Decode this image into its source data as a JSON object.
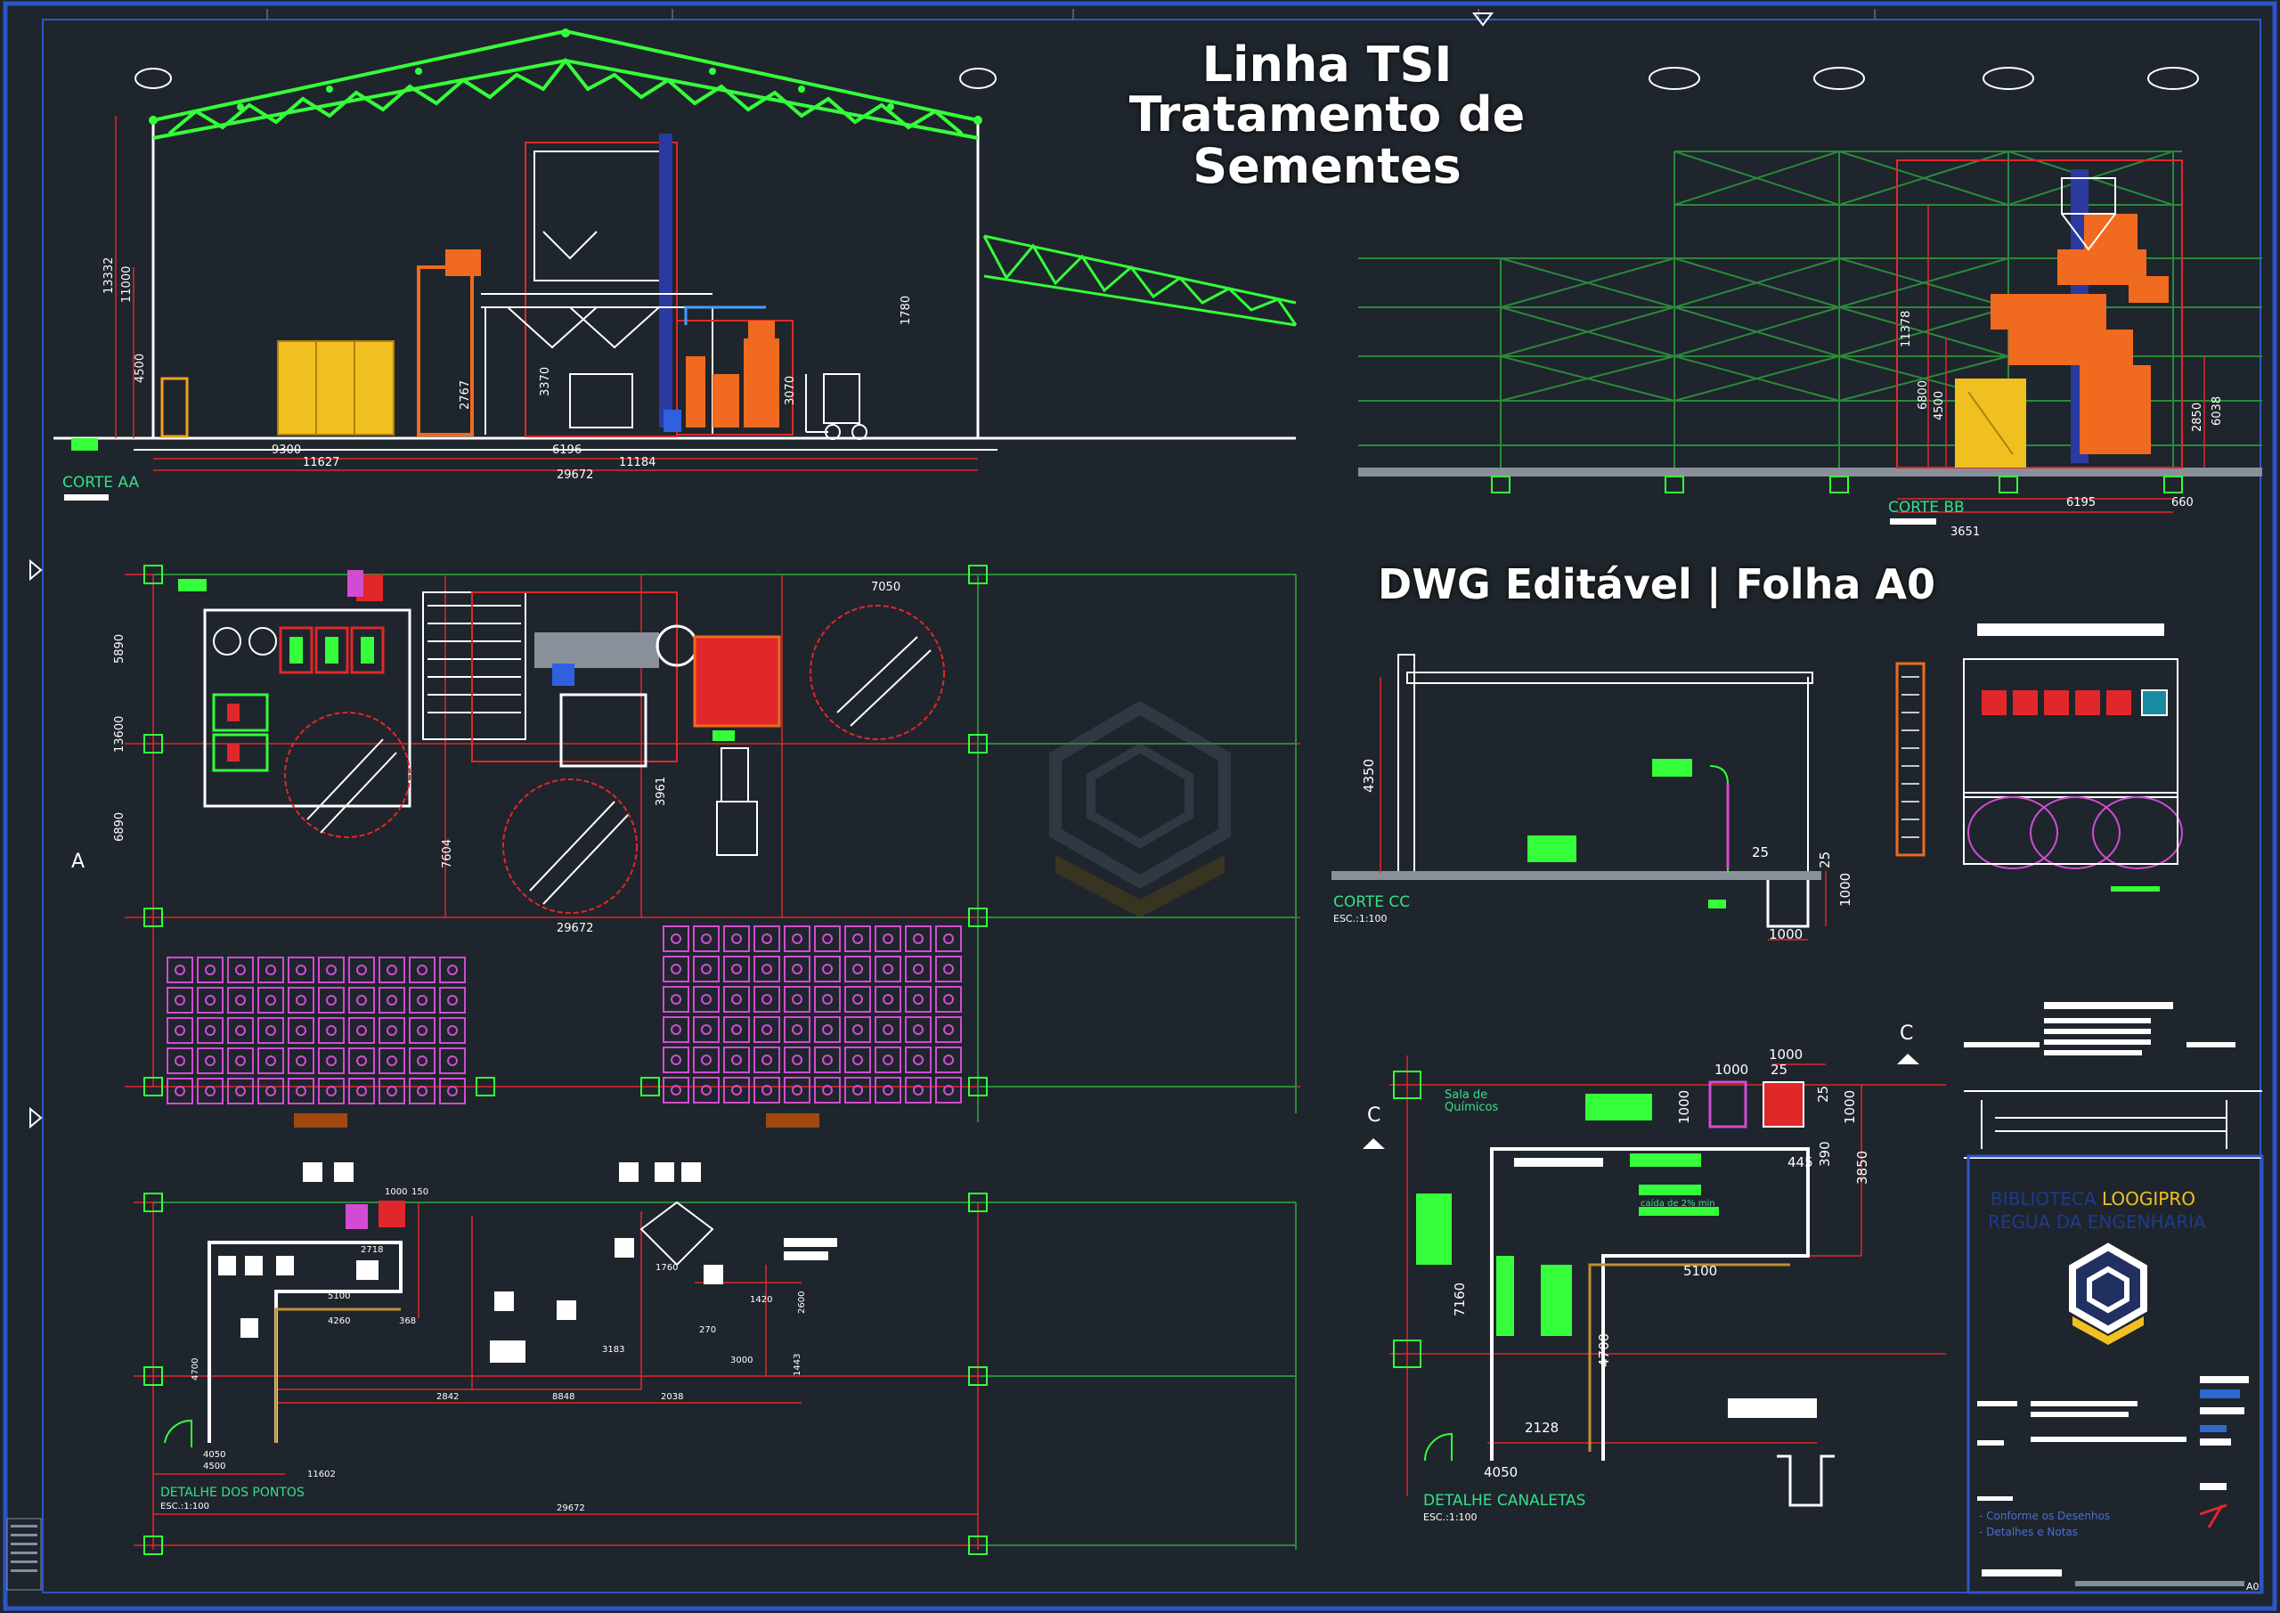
{
  "title": {
    "line1": "Linha TSI",
    "line2": "Tratamento de Sementes",
    "subtitle": "DWG Editável | Folha A0"
  },
  "views": {
    "corte_aa": "CORTE AA",
    "corte_bb": "CORTE BB",
    "corte_cc": "CORTE  CC",
    "corte_cc_scale": "ESC.:1:100",
    "detalhe_pontos": "DETALHE  DOS  PONTOS",
    "detalhe_pontos_scale": "ESC.:1:100",
    "detalhe_canaletas": "DETALHE  CANALETAS",
    "detalhe_canaletas_scale": "ESC.:1:100"
  },
  "dimensions": {
    "aa": [
      "9300",
      "11627",
      "6196",
      "11184",
      "29672",
      "13332",
      "11000",
      "4500",
      "2767",
      "3370",
      "3070",
      "1780"
    ],
    "bb": [
      "11378",
      "6800",
      "4500",
      "6195",
      "2850",
      "6038",
      "660",
      "3651"
    ],
    "plan": [
      "7050",
      "13600",
      "5890",
      "6890",
      "29672",
      "7604",
      "3961"
    ],
    "cc": [
      "4350",
      "25",
      "25",
      "1000",
      "1000"
    ],
    "canaletas": [
      "1000",
      "1000",
      "25",
      "1000",
      "1000",
      "25",
      "445",
      "390",
      "3850",
      "5100",
      "7160",
      "4700",
      "2128",
      "4050"
    ],
    "pontos": [
      "1000",
      "150",
      "2718",
      "5100",
      "4260",
      "368",
      "4700",
      "4050",
      "4500",
      "11602",
      "29672",
      "2842",
      "8848",
      "2038",
      "3000",
      "1420",
      "2600",
      "1760",
      "3183",
      "270",
      "1443"
    ]
  },
  "labels": {
    "sala_quimicos": "Sala de Químicos",
    "caida": "caída de 2% min",
    "section_marker_c1": "C",
    "section_marker_c2": "C",
    "marker_a": "A",
    "sheet_size": "A0"
  },
  "title_block": {
    "brand_line1_a": "BIBLIOTECA",
    "brand_line1_b": "LOOGIPRO",
    "brand_line2": "REGUA DA ENGENHARIA",
    "note1": "- Conforme os Desenhos",
    "note2": "- Detalhes e Notas"
  },
  "colors": {
    "background": "#1f252c",
    "truss": "#35ff3a",
    "structure_red": "#e0282a",
    "equipment_orange": "#f06a20",
    "storage_yellow": "#f0c020",
    "grid_green": "#2a8a3a",
    "purple": "#d24cd2",
    "blue": "#3060e0",
    "white": "#ffffff"
  }
}
